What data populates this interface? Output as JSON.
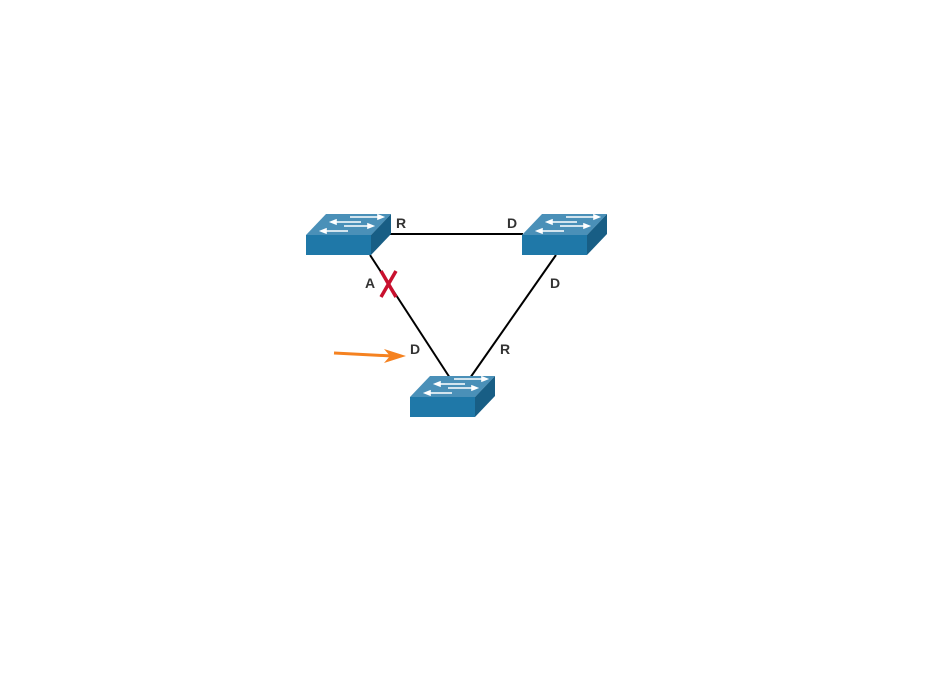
{
  "diagram": {
    "switches": [
      {
        "name": "top-left-switch"
      },
      {
        "name": "top-right-switch"
      },
      {
        "name": "bottom-switch"
      }
    ],
    "port_labels": {
      "top_left_to_right": "R",
      "top_right_to_left": "D",
      "top_left_to_bottom": "A",
      "bottom_to_top_left": "D",
      "top_right_to_bottom": "D",
      "bottom_to_top_right": "R"
    },
    "colors": {
      "switch_top": "#4a90b8",
      "switch_front": "#1f78a8",
      "switch_side": "#185e85",
      "blocked_x": "#c8102e",
      "arrow": "#f58220",
      "link": "#000000"
    }
  }
}
